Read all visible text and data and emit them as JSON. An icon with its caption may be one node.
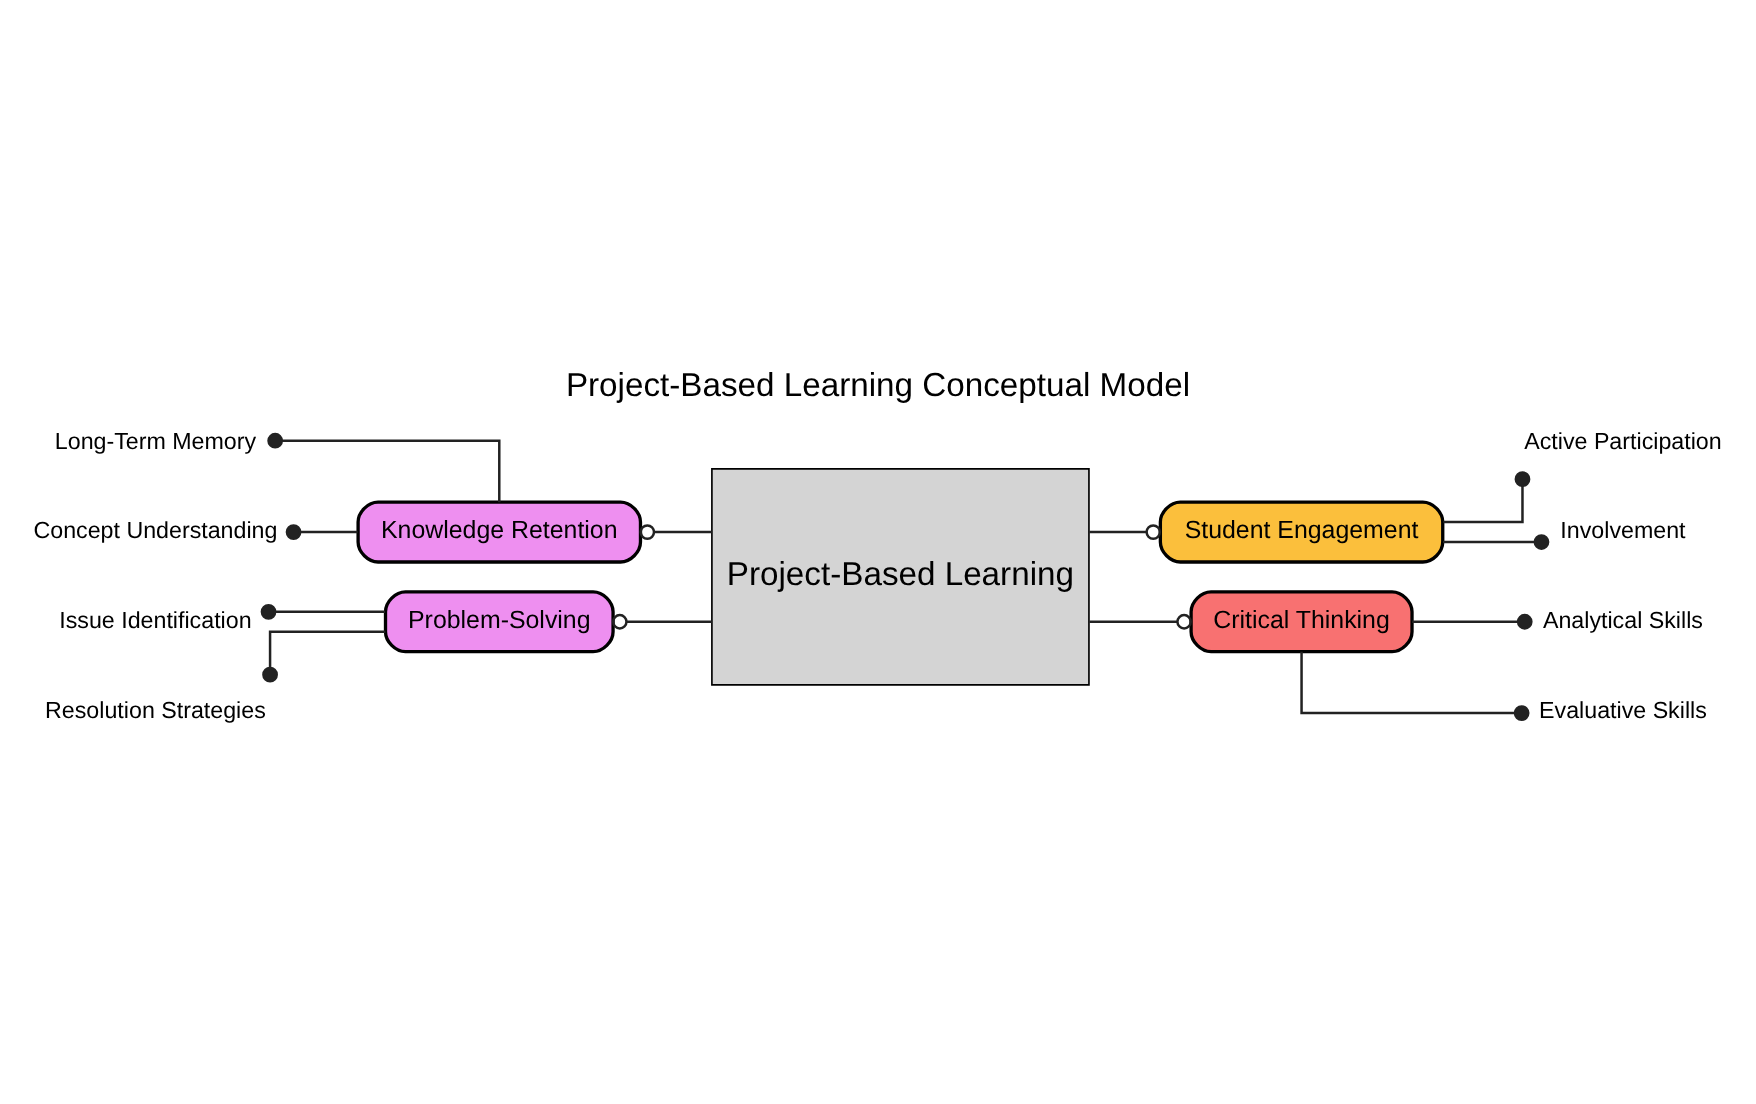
{
  "diagram": {
    "title": "Project-Based Learning Conceptual Model",
    "nodes": [
      {
        "text": [
          "Project-Based Learning"
        ]
      },
      {
        "text": [
          "Knowledge Retention"
        ]
      },
      {
        "text": [
          "Long-Term Memory"
        ]
      },
      {
        "text": [
          "Concept Understanding"
        ]
      },
      {
        "text": [
          "Student Engagement"
        ]
      },
      {
        "text": [
          "Active Participation"
        ]
      },
      {
        "text": [
          "Involvement"
        ]
      },
      {
        "text": [
          "Problem-Solving"
        ]
      },
      {
        "text": [
          "Issue Identification"
        ]
      },
      {
        "text": [
          "Resolution Strategies"
        ]
      },
      {
        "text": [
          "Critical Thinking"
        ]
      },
      {
        "text": [
          "Analytical Skills"
        ]
      },
      {
        "text": [
          "Evaluative Skills"
        ]
      }
    ],
    "edges": [
      {
        "from": 0,
        "to": 1,
        "arrow": "other"
      },
      {
        "from": 1,
        "to": 2,
        "arrow": "other"
      },
      {
        "from": 1,
        "to": 3,
        "arrow": "other"
      },
      {
        "from": 0,
        "to": 4,
        "arrow": "other"
      },
      {
        "from": 4,
        "to": 5,
        "arrow": "other"
      },
      {
        "from": 4,
        "to": 6,
        "arrow": "other"
      },
      {
        "from": 0,
        "to": 7,
        "arrow": "other"
      },
      {
        "from": 7,
        "to": 8,
        "arrow": "other"
      },
      {
        "from": 7,
        "to": 9,
        "arrow": "other"
      },
      {
        "from": 0,
        "to": 10,
        "arrow": "other"
      },
      {
        "from": 10,
        "to": 11,
        "arrow": "other"
      },
      {
        "from": 10,
        "to": 12,
        "arrow": "other"
      }
    ]
  }
}
